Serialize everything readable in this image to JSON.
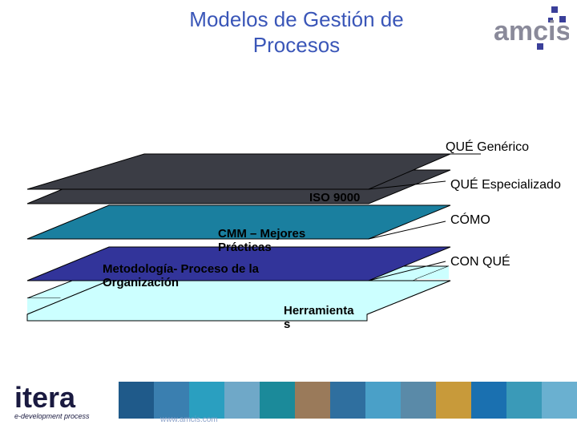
{
  "slide": {
    "title_line1": "Modelos de Gestión de",
    "title_line2": "Procesos"
  },
  "logos": {
    "top_right": "amcis",
    "bottom_left_main": "itera",
    "bottom_left_tagline": "e-development process",
    "footer_url": "www.amcis.com"
  },
  "layers": [
    {
      "label": "",
      "right_label": "QUÉ  Genérico",
      "color": "#3b3d45"
    },
    {
      "label": "ISO 9000",
      "right_label": "QUÉ  Especializado",
      "color": "#1a7f9f"
    },
    {
      "label": "CMM – Mejores Prácticas",
      "right_label": "CÓMO",
      "color": "#32349a"
    },
    {
      "label": "Metodología- Proceso de la Organización",
      "right_label": "CON QUÉ",
      "color": "#ccffff"
    },
    {
      "label": "Herramientas",
      "right_label": "",
      "color": "#ccffff"
    }
  ],
  "labels": {
    "iso": "ISO 9000",
    "cmm_line1": "CMM – Mejores",
    "cmm_line2": "Prácticas",
    "met_line1": "Metodología- Proceso de la",
    "met_line2": "Organización",
    "herr_line1": "Herramienta",
    "herr_line2": "s"
  },
  "right_labels": {
    "generico": "QUÉ  Genérico",
    "especializado": "QUÉ  Especializado",
    "como": "CÓMO",
    "con_que": "CON QUÉ"
  }
}
